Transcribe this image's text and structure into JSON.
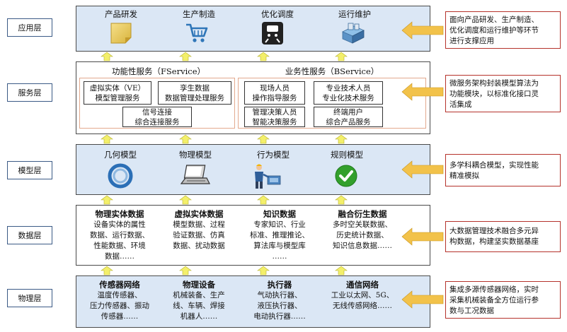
{
  "layers": {
    "application": "应用层",
    "service": "服务层",
    "model": "模型层",
    "data": "数据层",
    "physical": "物理层"
  },
  "application": {
    "items": [
      "产品研发",
      "生产制造",
      "优化调度",
      "运行维护"
    ],
    "icons": [
      "sticky-note-icon",
      "shopping-cart-icon",
      "train-icon",
      "server-icon"
    ]
  },
  "service": {
    "functional": {
      "title": "功能性服务（FService）",
      "boxes": [
        [
          "虚拟实体（VE）",
          "模型管理服务"
        ],
        [
          "孪生数据",
          "数据管理处理服务"
        ],
        [
          "信号连接",
          "综合连接服务"
        ]
      ]
    },
    "business": {
      "title": "业务性服务（BService）",
      "boxes": [
        [
          "现场人员",
          "操作指导服务"
        ],
        [
          "专业技术人员",
          "专业化技术服务"
        ],
        [
          "管理决策人员",
          "智能决策服务"
        ],
        [
          "终端用户",
          "综合产品服务"
        ]
      ]
    }
  },
  "model": {
    "items": [
      "几何模型",
      "物理模型",
      "行为模型",
      "规则模型"
    ],
    "icons": [
      "ring-icon",
      "laptop-icon",
      "engineer-icon",
      "check-circle-icon"
    ]
  },
  "data": {
    "columns": [
      {
        "title": "物理实体数据",
        "lines": [
          "设备实体的属性",
          "数据、运行数据、",
          "性能数据、环境",
          "数据……"
        ]
      },
      {
        "title": "虚拟实体数据",
        "lines": [
          "模型数据、过程",
          "验证数据、仿真",
          "数据、扰动数据"
        ]
      },
      {
        "title": "知识数据",
        "lines": [
          "专家知识、行业",
          "标准、推理推论、",
          "算法库与模型库",
          "……"
        ]
      },
      {
        "title": "融合衍生数据",
        "lines": [
          "多时空关联数据、",
          "历史统计数据、",
          "知识信息数据……"
        ]
      }
    ]
  },
  "physical": {
    "columns": [
      {
        "title": "传感器网络",
        "lines": [
          "温度传感器、",
          "压力传感器、振动",
          "传感器……"
        ]
      },
      {
        "title": "物理设备",
        "lines": [
          "机械装备、生产",
          "线、车辆、焊接",
          "机器人……"
        ]
      },
      {
        "title": "执行器",
        "lines": [
          "气动执行器、",
          "液压执行器、",
          "电动执行器……"
        ]
      },
      {
        "title": "通信网络",
        "lines": [
          "工业以太网、5G、",
          "无线传感网络……"
        ]
      }
    ]
  },
  "descriptions": {
    "application": [
      "面向产品研发、生产制造、",
      "优化调度和运行维护等环节",
      "进行支撑应用"
    ],
    "service": [
      "微服务架构封装模型算法为",
      "功能模块，以标准化接口灵",
      "活集成"
    ],
    "model": [
      "多学科耦合模型，实现性能",
      "精准模拟"
    ],
    "data": [
      "大数据管理技术融合多元异",
      "构数据，构建坚实数据基座"
    ],
    "physical": [
      "集成多源传感器网络，实时",
      "采集机械装备全方位运行参",
      "数与工况数据"
    ]
  },
  "colors": {
    "panel_fill": "#dbe7f5",
    "up_arrow": "#f3ef6a",
    "left_arrow": "#f2c24a",
    "desc_border": "#b5322b",
    "group_border": "#e3a98e"
  }
}
